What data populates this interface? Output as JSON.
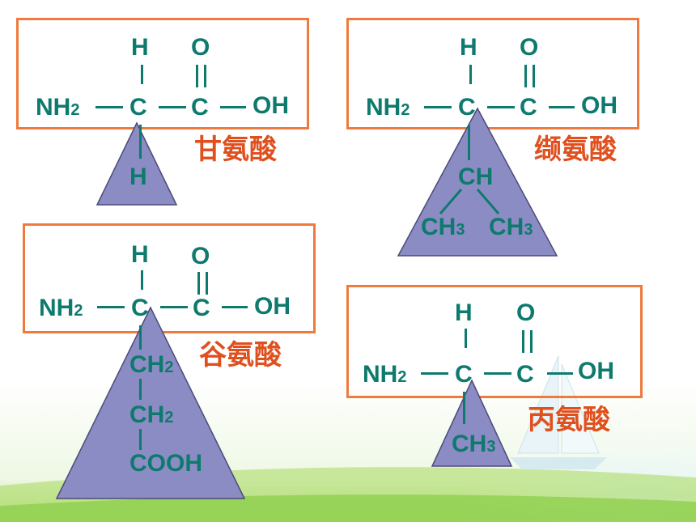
{
  "molecules": {
    "glycine": {
      "name": "甘氨酸",
      "atoms": {
        "h_top": "H",
        "o_top": "O",
        "nh2": "NH",
        "nh2_sub": "2",
        "c_alpha": "C",
        "c_carbonyl": "C",
        "oh": "OH"
      },
      "side_chain": {
        "r": "H"
      }
    },
    "valine": {
      "name": "缬氨酸",
      "atoms": {
        "h_top": "H",
        "o_top": "O",
        "nh2": "NH",
        "nh2_sub": "2",
        "c_alpha": "C",
        "c_carbonyl": "C",
        "oh": "OH"
      },
      "side_chain": {
        "ch": "CH",
        "ch3_left": "CH",
        "ch3_left_sub": "3",
        "ch3_right": "CH",
        "ch3_right_sub": "3"
      }
    },
    "glutamic_acid": {
      "name": "谷氨酸",
      "atoms": {
        "h_top": "H",
        "o_top": "O",
        "nh2": "NH",
        "nh2_sub": "2",
        "c_alpha": "C",
        "c_carbonyl": "C",
        "oh": "OH"
      },
      "side_chain": {
        "ch2_a": "CH",
        "ch2_a_sub": "2",
        "ch2_b": "CH",
        "ch2_b_sub": "2",
        "cooh": "COOH"
      }
    },
    "alanine": {
      "name": "丙氨酸",
      "atoms": {
        "h_top": "H",
        "o_top": "O",
        "nh2": "NH",
        "nh2_sub": "2",
        "c_alpha": "C",
        "c_carbonyl": "C",
        "oh": "OH"
      },
      "side_chain": {
        "ch3": "CH",
        "ch3_sub": "3"
      }
    }
  },
  "colors": {
    "frame": "#f07a3c",
    "atom_text": "#0e7a6e",
    "name_text": "#e0501e",
    "triangle_fill": "#8c8cc4",
    "triangle_stroke": "#4a4a7a"
  }
}
